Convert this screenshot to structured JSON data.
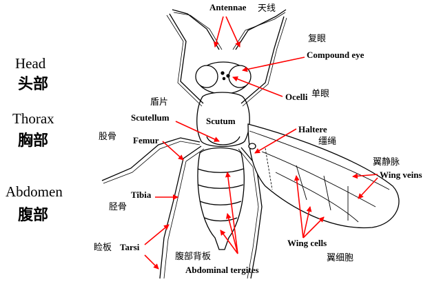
{
  "colors": {
    "arrow": "#ff0000",
    "ink": "#000000",
    "background": "#ffffff"
  },
  "regions": {
    "head_en": "Head",
    "head_zh": "头部",
    "thorax_en": "Thorax",
    "thorax_zh": "胸部",
    "abdomen_en": "Abdomen",
    "abdomen_zh": "腹部"
  },
  "labels": {
    "antennae_en": "Antennae",
    "antennae_zh": "天线",
    "compound_eye_zh": "复眼",
    "compound_eye_en": "Compound eye",
    "ocelli_en": "Ocelli",
    "ocelli_zh": "单眼",
    "scutellum_zh": "盾片",
    "scutellum_en": "Scutellum",
    "scutum_en": "Scutum",
    "femur_zh": "股骨",
    "femur_en": "Femur",
    "haltere_en": "Haltere",
    "haltere_zh": "缰绳",
    "wing_veins_zh": "翼静脉",
    "wing_veins_en": "Wing veins",
    "tibia_en": "Tibia",
    "tibia_zh": "胫骨",
    "tarsi_zh": "睑板",
    "tarsi_en": "Tarsi",
    "abdominal_tergites_zh": "腹部背板",
    "abdominal_tergites_en": "Abdominal tergites",
    "wing_cells_en": "Wing cells",
    "wing_cells_zh": "翼细胞"
  }
}
